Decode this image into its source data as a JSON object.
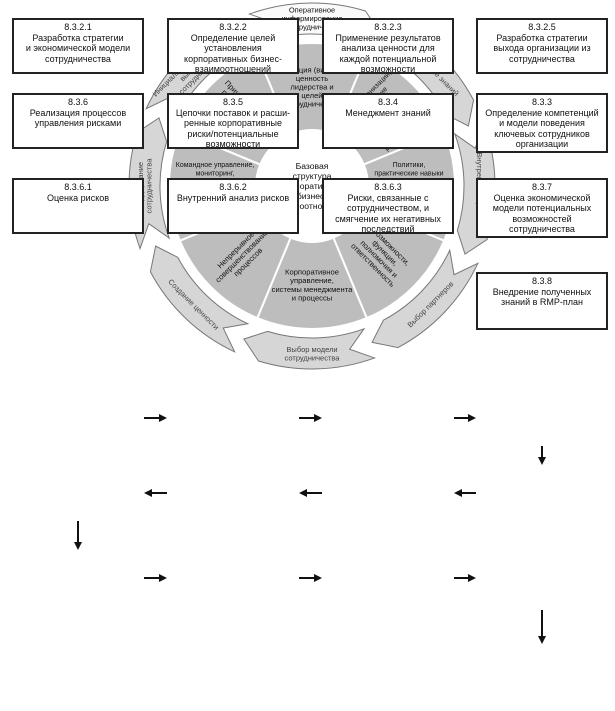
{
  "wheel": {
    "center": "Базовая\nструктура\nкорпоративных\nбизнес-\nвзаимоотношений",
    "sectors": [
      "Концепция (видение),\nценность\nлидерства и\nцелей\nсотрудничества",
      "Стратегии организации,\nопределяющие\nрезультаты\nкорпоративная\nмодель сотруд-\nничества, план\nреализации",
      "Политики,\nпрактические навыки\nи опыт сотрудников,\nпотенциальность\nсотрудничества\n(процесс)",
      "Возможности,\nфункции,\nполномочия и\nответственность",
      "Корпоративное\nуправление,\nсистемы менеджмента\nи процессы",
      "Непрерывное\nсовершенствование\nпроцессов",
      "Командное управление,\nмониторинг,\nизмерение и\nприменение\nмодели\nповедения",
      "Причины, условия и\nпроцессы выхода\nорганизации из\nсотрудничества"
    ],
    "ring": [
      "Оперативное\nинформирование\nо сотрудничестве",
      "Приобретение знаний",
      "Внутренняя оценка",
      "Выбор партнеров",
      "Выбор модели\nсотрудничества",
      "Создание ценности",
      "Поддержание\nсотрудничества",
      "Инициализация процедуры\nвыхода из\nсотрудничества"
    ]
  },
  "steps": [
    {
      "code": "8.3.2.1",
      "title": "Разработка стратегии\nи экономической модели\nсотрудничества"
    },
    {
      "code": "8.3.2.2",
      "title": "Определение целей\nустановления\nкорпоративных бизнес-\nвзаимоотношений"
    },
    {
      "code": "8.3.2.3",
      "title": "Применение результатов\nанализа ценности для\nкаждой потенциальной\nвозможности"
    },
    {
      "code": "8.3.2.5",
      "title": "Разработка стратегии\nвыхода организации из\nсотрудничества"
    },
    {
      "code": "8.3.6",
      "title": "Реализация процессов\nуправления рисками"
    },
    {
      "code": "8.3.5",
      "title": "Цепочки поставок и расши-\nренные корпоративные\nриски/потенциальные\nвозможности"
    },
    {
      "code": "8.3.4",
      "title": "Менеджмент знаний"
    },
    {
      "code": "8.3.3",
      "title": "Определение компетенций\nи модели поведения\nключевых сотрудников\nорганизации"
    },
    {
      "code": "8.3.6.1",
      "title": "Оценка рисков"
    },
    {
      "code": "8.3.6.2",
      "title": "Внутренний анализ рисков"
    },
    {
      "code": "8.3.6.3",
      "title": "Риски, связанные с\nсотрудничеством, и\nсмягчение их негативных\nпоследствий"
    },
    {
      "code": "8.3.7",
      "title": "Оценка экономической\nмодели потенциальных\nвозможностей\nсотрудничества"
    },
    {
      "code": "8.3.8",
      "title": "Внедрение полученных\nзнаний в RMP-план"
    }
  ]
}
